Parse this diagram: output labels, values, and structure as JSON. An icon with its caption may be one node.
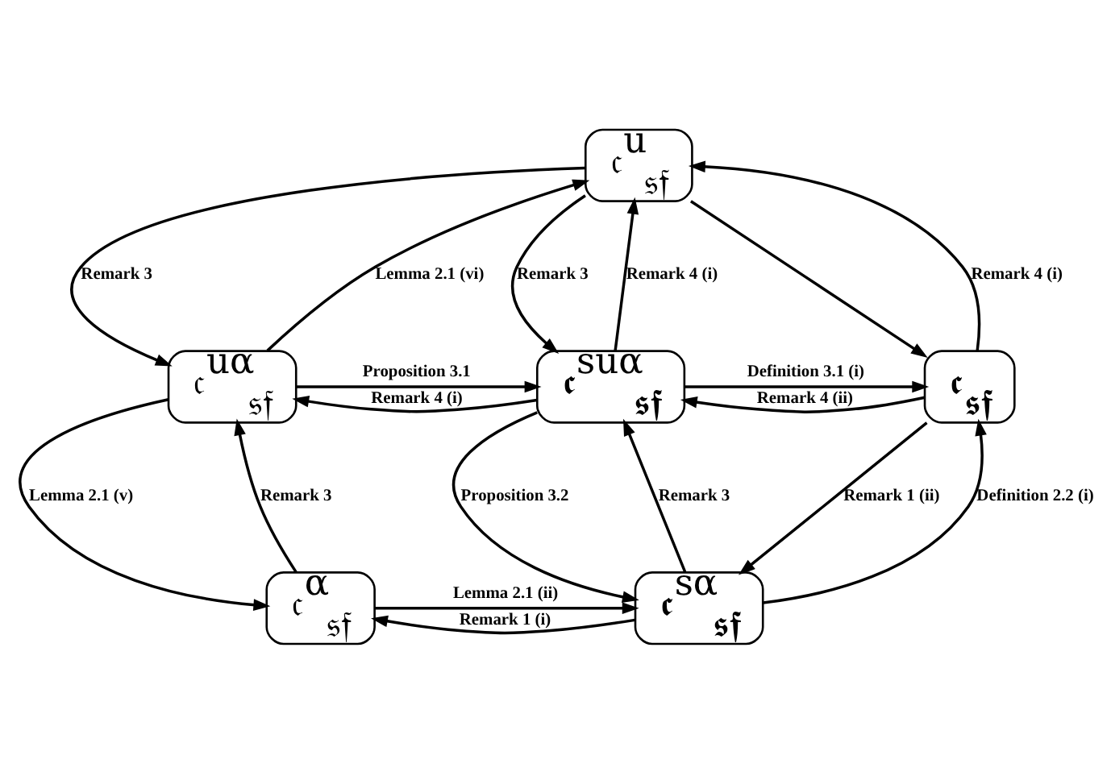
{
  "diagram": {
    "nodes": [
      {
        "text": [
          "𝔠$^{u}$$_{𝔰𝔣}$"
        ]
      },
      {
        "text": [
          "𝔠$^{uα}$$_{𝔰𝔣}$"
        ]
      },
      {
        "text": [
          "𝖈$^{suα}$$_{𝖘𝖋}$"
        ]
      },
      {
        "text": [
          "𝖈$_{𝖘𝖋}$"
        ]
      },
      {
        "text": [
          "𝔠$^{α}$$_{𝔰𝔣}$"
        ]
      },
      {
        "text": [
          "𝖈$^{sα}$$_{𝖘𝖋}$"
        ]
      }
    ],
    "edges": [
      {
        "from": 0,
        "to": 1,
        "arrow": "to",
        "label": "Remark 3"
      },
      {
        "from": 1,
        "to": 0,
        "arrow": "to",
        "label": "Lemma 2.1 (vi)"
      },
      {
        "from": 0,
        "to": 2,
        "arrow": "to",
        "label": "Remark 3"
      },
      {
        "from": 2,
        "to": 0,
        "arrow": "to",
        "label": "Remark 4 (i)"
      },
      {
        "from": 3,
        "to": 0,
        "arrow": "to",
        "label": "Remark 4 (i)"
      },
      {
        "from": 0,
        "to": 3,
        "arrow": "to"
      },
      {
        "from": 2,
        "to": 1,
        "arrow": "to",
        "label": "Remark 4 (i)"
      },
      {
        "from": 1,
        "to": 2,
        "arrow": "to",
        "label": "Proposition 3.1"
      },
      {
        "from": 3,
        "to": 2,
        "arrow": "to",
        "label": "Remark 4 (ii)"
      },
      {
        "from": 2,
        "to": 3,
        "arrow": "to",
        "label": "Definition 3.1 (i)"
      },
      {
        "from": 1,
        "to": 4,
        "arrow": "to",
        "label": "Lemma 2.1 (v)"
      },
      {
        "from": 4,
        "to": 1,
        "arrow": "to",
        "label": "Remark 3"
      },
      {
        "from": 2,
        "to": 5,
        "arrow": "to",
        "label": "Proposition 3.2"
      },
      {
        "from": 5,
        "to": 2,
        "arrow": "to",
        "label": "Remark 3"
      },
      {
        "from": 5,
        "to": 4,
        "arrow": "to",
        "label": "Remark 1 (i)"
      },
      {
        "from": 4,
        "to": 5,
        "arrow": "to",
        "label": "Lemma 2.1 (ii)"
      },
      {
        "from": 3,
        "to": 5,
        "arrow": "to",
        "label": "Remark 1 (ii)"
      },
      {
        "from": 5,
        "to": 3,
        "arrow": "to",
        "label": "Definition 2.2 (i)"
      }
    ]
  }
}
